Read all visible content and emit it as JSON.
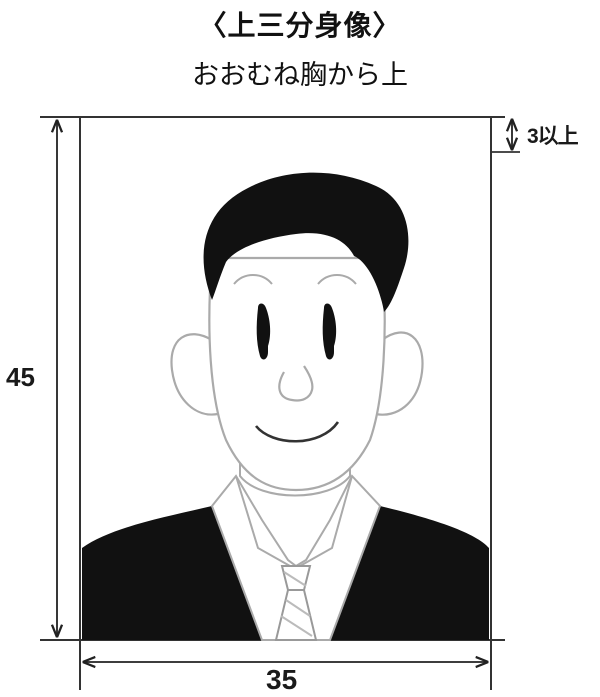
{
  "title": "〈上三分身像〉",
  "subtitle": "おおむね胸から上",
  "dimensions": {
    "height": "45",
    "width": "35",
    "top_margin": "3以上"
  },
  "colors": {
    "ink": "#111111",
    "outline": "#aaaaaa",
    "background": "#ffffff"
  }
}
